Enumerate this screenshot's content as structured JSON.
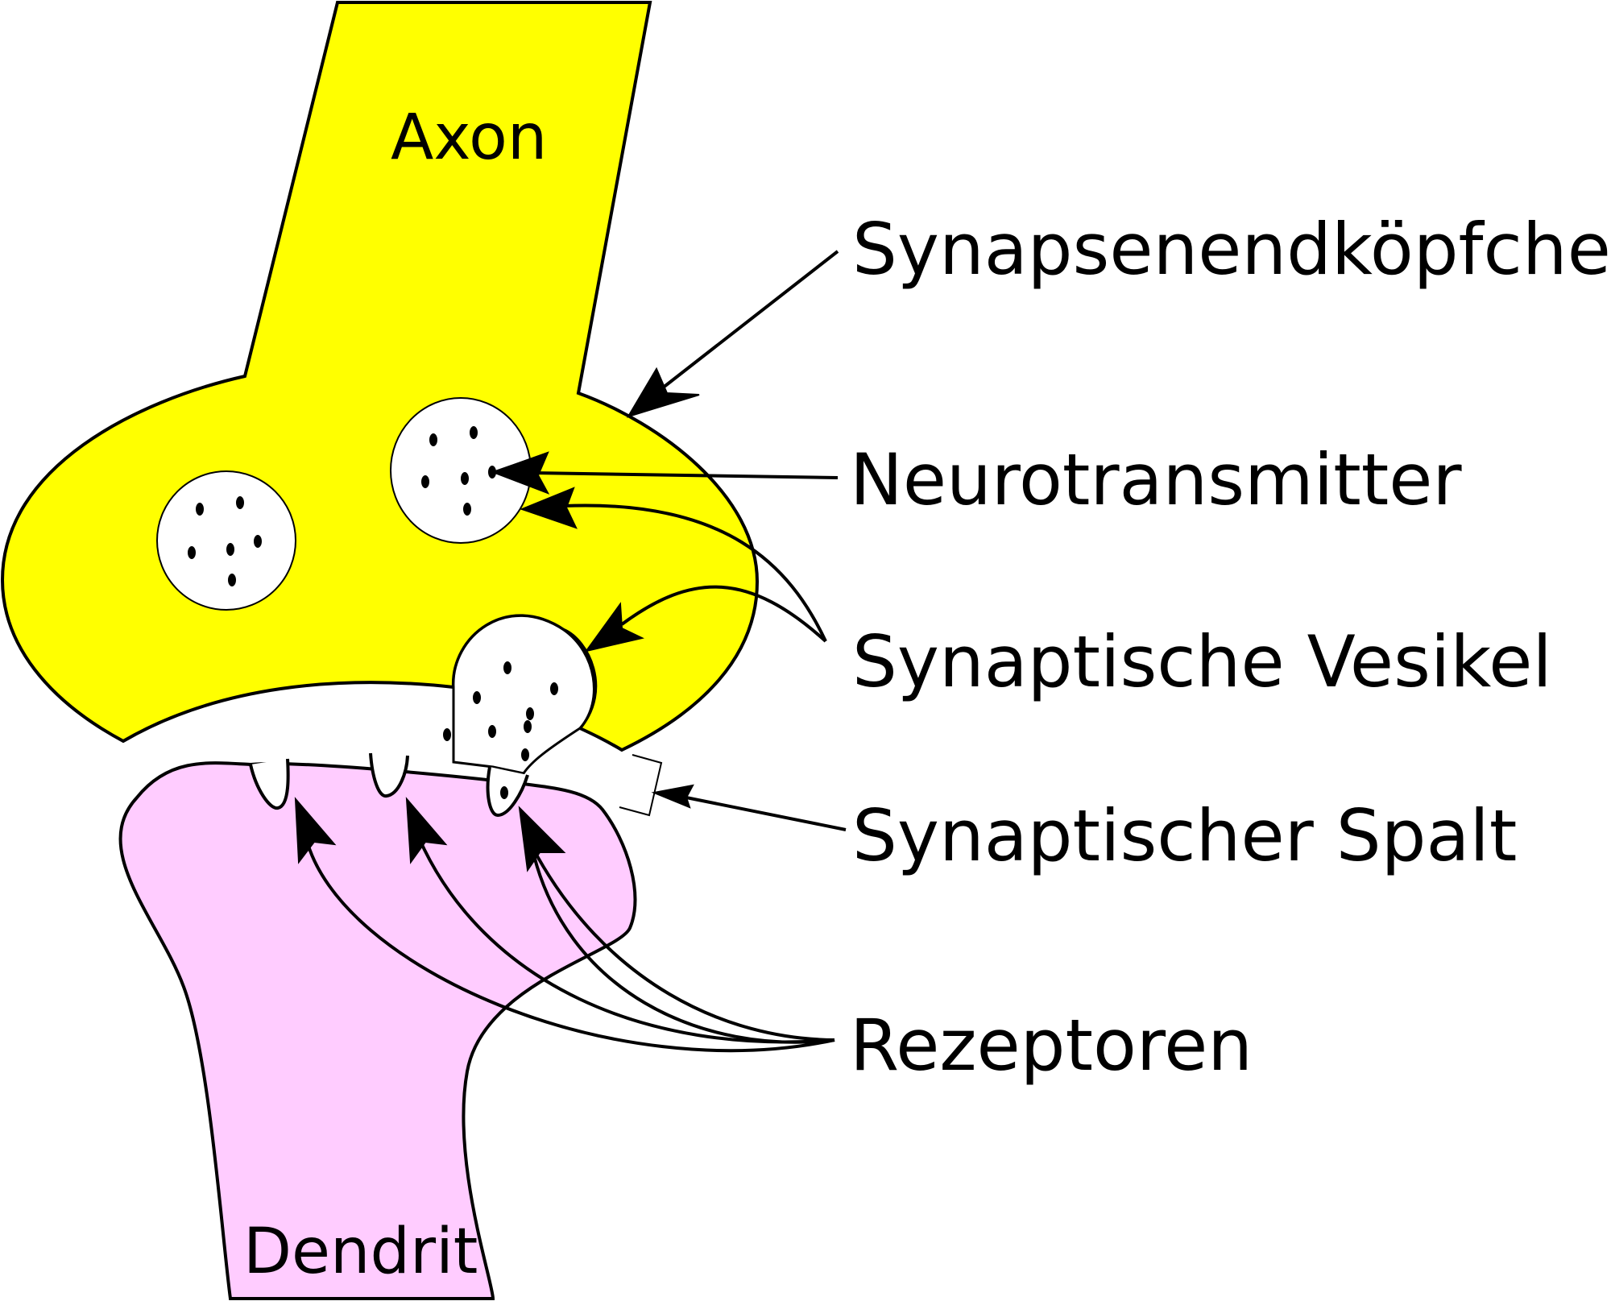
{
  "labels": {
    "axon": "Axon",
    "dendrit": "Dendrit",
    "synapsenendkoepfchen": "Synapsenendköpfchen",
    "neurotransmitter": "Neurotransmitter",
    "synaptische_vesikel": "Synaptische Vesikel",
    "synaptischer_spalt": "Synaptischer Spalt",
    "rezeptoren": "Rezeptoren"
  },
  "colors": {
    "axon_fill": "#ffff00",
    "dendrite_fill": "#ffccff",
    "vesicle_fill": "#ffffff",
    "stroke": "#000000"
  }
}
